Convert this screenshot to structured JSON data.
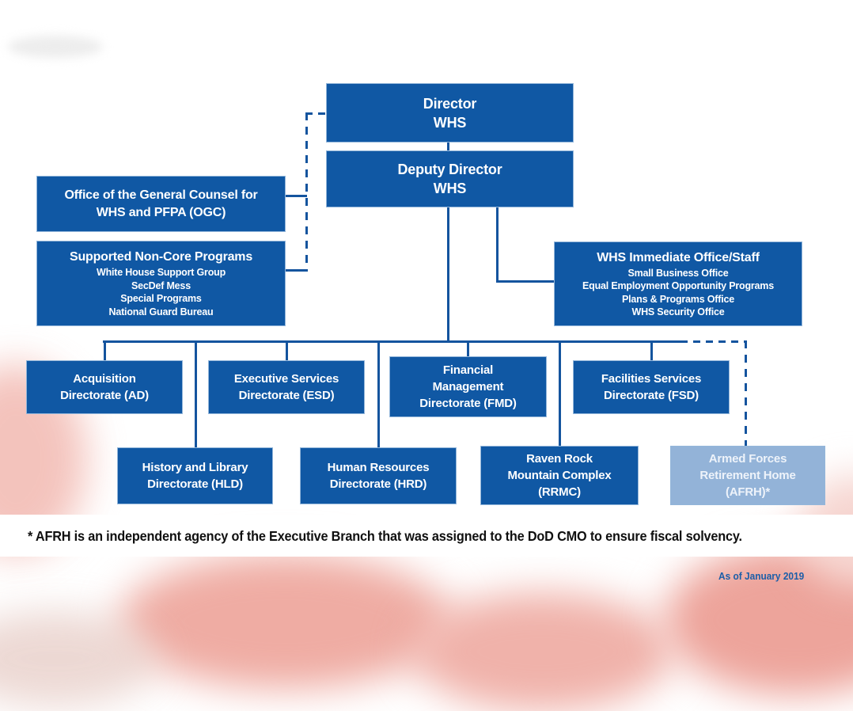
{
  "page": {
    "footnote": "* AFRH is an independent agency of the Executive Branch that was assigned to the DoD CMO to ensure fiscal solvency.",
    "as_of": "As of January 2019"
  },
  "colors": {
    "box_blue": "#1058A4",
    "light_blue": "#93B3D8",
    "line_blue": "#14549E",
    "asof_blue": "#1B5EA8",
    "background_pink": "#EFACA3"
  },
  "org": {
    "director": {
      "label": "Director\nWHS"
    },
    "deputy_director": {
      "label": "Deputy Director\nWHS"
    },
    "ogc": {
      "label": "Office of the General Counsel for\nWHS and PFPA (OGC)"
    },
    "supported_programs": {
      "title": "Supported Non-Core Programs",
      "items": [
        "White House Support Group",
        "SecDef Mess",
        "Special Programs",
        "National Guard Bureau"
      ]
    },
    "immediate_office": {
      "title": "WHS Immediate Office/Staff",
      "items": [
        "Small Business Office",
        "Equal Employment Opportunity Programs",
        "Plans & Programs Office",
        "WHS Security Office"
      ]
    },
    "directorates": [
      {
        "id": "ad",
        "label": "Acquisition\nDirectorate (AD)"
      },
      {
        "id": "esd",
        "label": "Executive Services\nDirectorate (ESD)"
      },
      {
        "id": "fmd",
        "label": "Financial\nManagement\nDirectorate (FMD)"
      },
      {
        "id": "fsd",
        "label": "Facilities Services\nDirectorate (FSD)"
      },
      {
        "id": "hld",
        "label": "History and Library\nDirectorate (HLD)"
      },
      {
        "id": "hrd",
        "label": "Human Resources\nDirectorate (HRD)"
      },
      {
        "id": "rrmc",
        "label": "Raven Rock\nMountain Complex\n(RRMC)"
      },
      {
        "id": "afrh",
        "label": "Armed Forces\nRetirement Home\n(AFRH)*"
      }
    ]
  }
}
